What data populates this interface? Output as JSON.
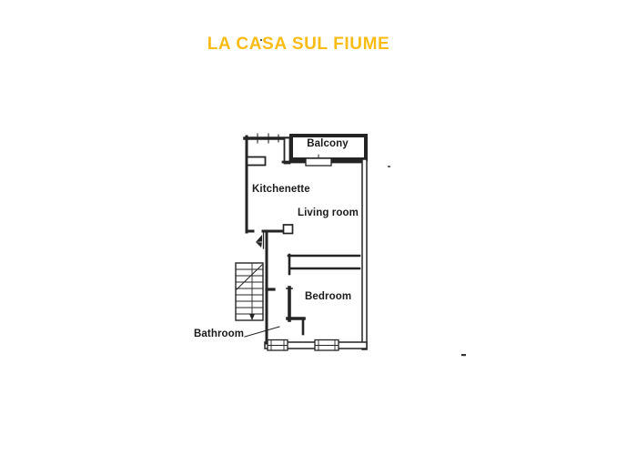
{
  "title": {
    "text": "LA CASA SUL FIUME",
    "color": "#F9BC15"
  },
  "plan": {
    "labels": {
      "balcony": "Balcony",
      "kitchenette": "Kitchenette",
      "living_room": "Living room",
      "bedroom": "Bedroom",
      "bathroom": "Bathroom"
    },
    "rooms": [
      {
        "name": "Balcony"
      },
      {
        "name": "Kitchenette"
      },
      {
        "name": "Living room"
      },
      {
        "name": "Bedroom"
      },
      {
        "name": "Bathroom"
      }
    ],
    "features": [
      "staircase",
      "entry-door-swing",
      "balcony-window",
      "two-bottom-windows",
      "bathroom-leader-line"
    ],
    "line_color": "#242424"
  }
}
